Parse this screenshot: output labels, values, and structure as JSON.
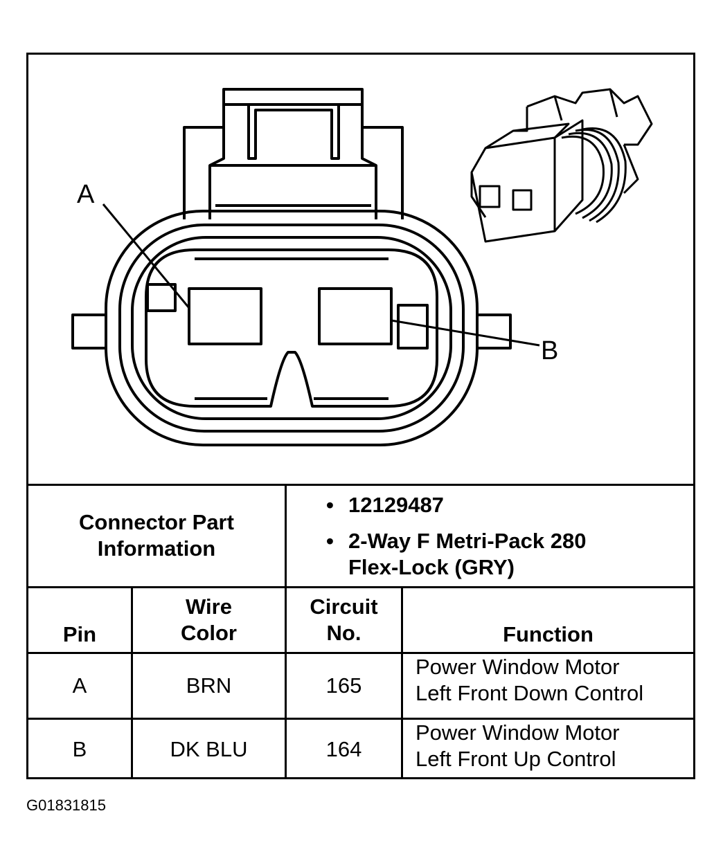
{
  "diagram": {
    "pin_label_a": "A",
    "pin_label_b": "B"
  },
  "connector_info": {
    "label_line1": "Connector Part",
    "label_line2": "Information",
    "bullets": [
      {
        "lines": [
          "12129487"
        ]
      },
      {
        "lines": [
          "2-Way F Metri-Pack 280",
          "Flex-Lock (GRY)"
        ]
      }
    ]
  },
  "table": {
    "headers": {
      "pin": "Pin",
      "wire_color_line1": "Wire",
      "wire_color_line2": "Color",
      "circuit_line1": "Circuit",
      "circuit_line2": "No.",
      "function": "Function"
    },
    "rows": [
      {
        "pin": "A",
        "wire_color": "BRN",
        "circuit": "165",
        "function_line1": "Power Window Motor",
        "function_line2": "Left Front Down Control"
      },
      {
        "pin": "B",
        "wire_color": "DK BLU",
        "circuit": "164",
        "function_line1": "Power Window Motor",
        "function_line2": "Left Front Up Control"
      }
    ]
  },
  "figure_id": "G01831815"
}
